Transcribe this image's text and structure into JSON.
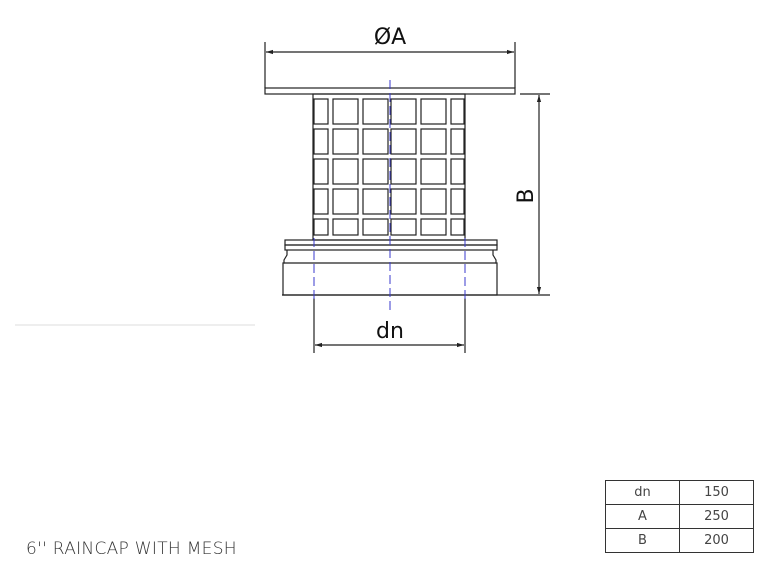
{
  "drawing": {
    "labels": {
      "diameter_a": "ØA",
      "height_b": "B",
      "nominal_dn": "dn"
    },
    "colors": {
      "line": "#222222",
      "centerline": "#3a3acc"
    }
  },
  "title": "6'' RAINCAP WITH MESH",
  "spec_table": {
    "rows": [
      {
        "param": "dn",
        "value": "150"
      },
      {
        "param": "A",
        "value": "250"
      },
      {
        "param": "B",
        "value": "200"
      }
    ]
  }
}
